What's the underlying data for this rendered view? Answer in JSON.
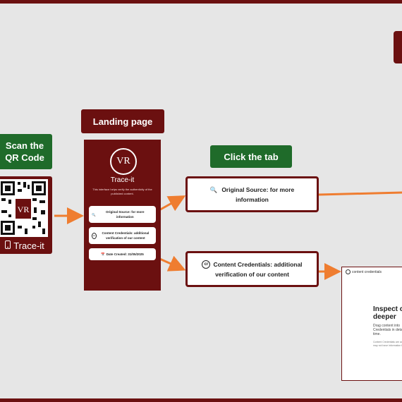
{
  "labels": {
    "scan": "Scan the\nQR Code",
    "landing": "Landing page",
    "click": "Click the tab"
  },
  "qr": {
    "caption": "Trace-it",
    "logo": "VR"
  },
  "phone": {
    "logo": "VR",
    "title": "Trace-it",
    "subtitle": "This interface helps verify the authenticity of the published content.",
    "buttons": [
      {
        "icon": "🔍",
        "text": "Original Source: for more information"
      },
      {
        "icon": "cr",
        "text": "Content Credentials: additional verification of our content"
      },
      {
        "icon": "📅",
        "text": "Date Created: 31/05/2025"
      }
    ]
  },
  "cards": {
    "source": {
      "icon": "🔍",
      "text": "Original Source: for more information"
    },
    "credentials": {
      "icon": "cr",
      "text": "Content Credentials: additional verification of our content"
    }
  },
  "doc": {
    "brand": "content credentials",
    "title": "Inspect c\ndeeper",
    "text": "Drag content into\nCredentials in deta\ntime.",
    "small": "Content Credentials are ad\nmay not have information f"
  },
  "colors": {
    "maroon": "#6b1010",
    "green": "#1f6b2a",
    "arrow": "#ef7d30",
    "background": "#e6e6e6"
  }
}
